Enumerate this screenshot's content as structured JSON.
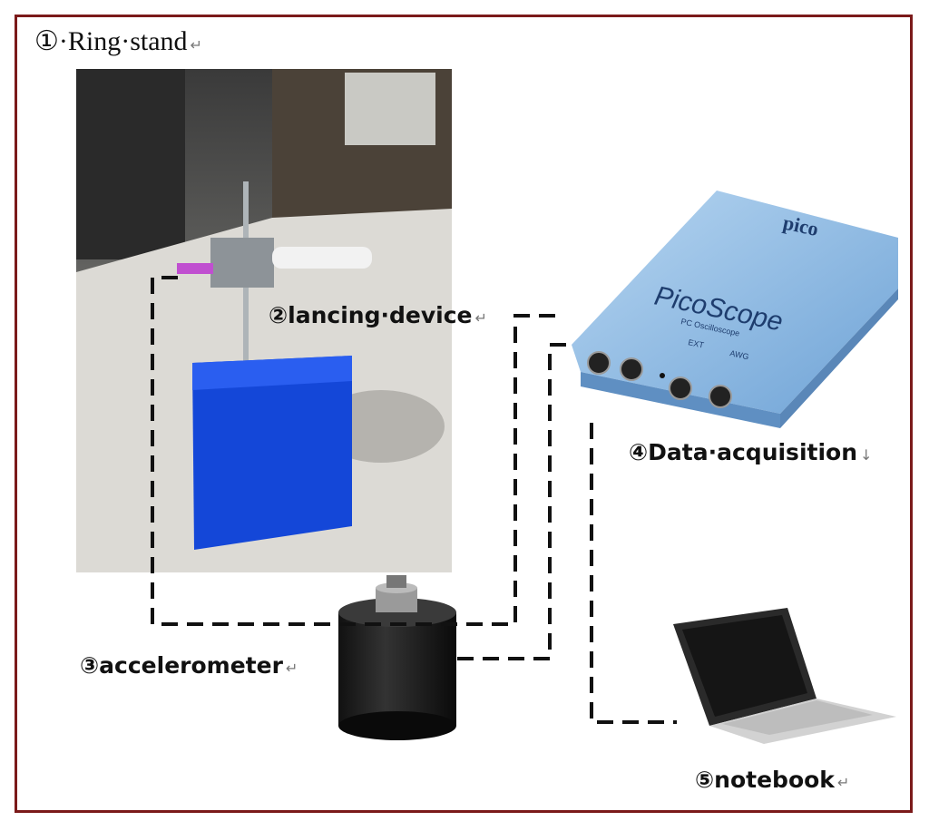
{
  "labels": {
    "ring_stand": "①·Ring·stand",
    "lancing_device": "②lancing·device",
    "accelerometer": "③accelerometer",
    "data_acquisition": "④Data·acquisition",
    "notebook": "⑤notebook"
  },
  "device_text": {
    "brand": "pico",
    "product": "PicoScope",
    "subtitle": "PC Oscilloscope",
    "port_ext": "EXT",
    "port_awg": "AWG"
  },
  "colors": {
    "frame": "#7b1a1a",
    "stand_base": "#1447d8",
    "scope_body": "#8fbde6",
    "connector": "#111111"
  }
}
